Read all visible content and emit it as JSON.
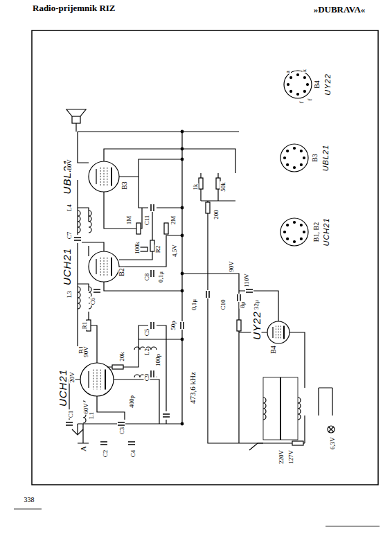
{
  "diagram": {
    "title": "Radio-prijemnik RIZ",
    "labels": [
      "»DUBRAVA«",
      "338",
      "UBL21",
      "UCH21",
      "UCH21",
      "UY22",
      "B3",
      "B2",
      "B1",
      "B4",
      "473,6 kHz",
      "A",
      "B1, B2",
      "UCH21",
      "B3",
      "UBL21",
      "B4",
      "UY22",
      "90V",
      "60V",
      "20V",
      "80V",
      "90V",
      "110V",
      "4,5V",
      "220V",
      "127V",
      "C1",
      "C2",
      "C3",
      "C4",
      "C5",
      "C6",
      "C7",
      "C8",
      "C9",
      "C10",
      "C11",
      "400p",
      "100p",
      "50p",
      "0,1μ",
      "0,1μ",
      "8μ",
      "32μ",
      "1M",
      "2M",
      "100k",
      "20k",
      "50k",
      "1k",
      "200",
      "L1",
      "L2",
      "L3",
      "L4",
      "R1",
      "R2",
      "a",
      "f",
      "f",
      "k",
      "6,3V"
    ]
  }
}
